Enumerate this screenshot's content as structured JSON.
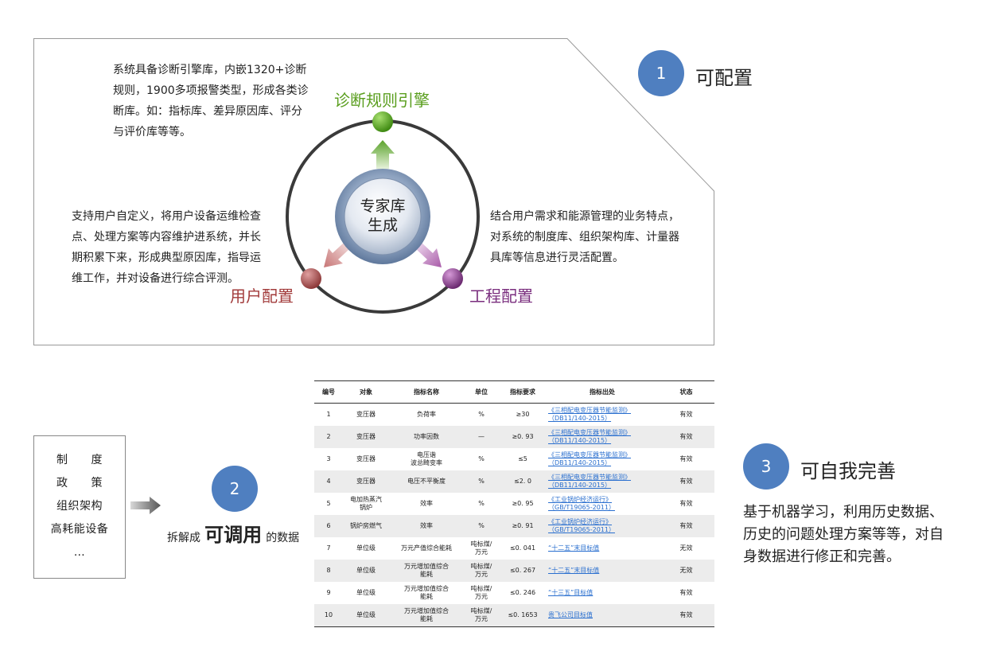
{
  "features": {
    "configurable": {
      "num": "1",
      "title": "可配置"
    },
    "callable": {
      "num": "2",
      "prefix": "拆解成",
      "emph": "可调用",
      "suffix": "的数据"
    },
    "self_improve": {
      "num": "3",
      "title": "可自我完善",
      "desc": "基于机器学习，利用历史数据、\n历史的问题处理方案等等，对自\n身数据进行修正和完善。"
    }
  },
  "diagram": {
    "center_line1": "专家库",
    "center_line2": "生成",
    "nodes": {
      "engine": {
        "label": "诊断规则引擎",
        "color": "#5a9e1e"
      },
      "user": {
        "label": "用户配置",
        "color": "#a23b3b"
      },
      "engineering": {
        "label": "工程配置",
        "color": "#7a2e7e"
      }
    },
    "desc_engine": "系统具备诊断引擎库，内嵌1320+诊断\n规则，1900多项报警类型，形成各类诊\n断库。如：指标库、差异原因库、评分\n与评价库等等。",
    "desc_user": "支持用户自定义，将用户设备运维检查\n点、处理方案等内容维护进系统，并长\n期积累下来，形成典型原因库，指导运\n维工作，并对设备进行综合评测。",
    "desc_engineering": "结合用户需求和能源管理的业务特点，\n对系统的制度库、组织架构库、计量器\n具库等信息进行灵活配置。"
  },
  "categories": [
    "制　　度",
    "政　　策",
    "组织架构",
    "高耗能设备",
    "…"
  ],
  "table": {
    "headers": [
      "编号",
      "对象",
      "指标名称",
      "单位",
      "指标要求",
      "指标出处",
      "状态"
    ],
    "rows": [
      {
        "no": "1",
        "obj": "变压器",
        "name": "负荷率",
        "unit": "%",
        "req": "≥30",
        "src1": "《三相配电变压器节能监测》",
        "src2": "（DB11/140-2015）",
        "status": "有效"
      },
      {
        "no": "2",
        "obj": "变压器",
        "name": "功率因数",
        "unit": "—",
        "req": "≥0. 93",
        "src1": "《三相配电变压器节能监测》",
        "src2": "（DB11/140-2015）",
        "status": "有效"
      },
      {
        "no": "3",
        "obj": "变压器",
        "name": "电压谐\n波总畸变率",
        "unit": "%",
        "req": "≤5",
        "src1": "《三相配电变压器节能监测》",
        "src2": "（DB11/140-2015）",
        "status": "有效"
      },
      {
        "no": "4",
        "obj": "变压器",
        "name": "电压不平衡度",
        "unit": "%",
        "req": "≤2. 0",
        "src1": "《三相配电变压器节能监测》",
        "src2": "（DB11/140-2015）",
        "status": "有效"
      },
      {
        "no": "5",
        "obj": "电加热蒸汽\n锅炉",
        "name": "效率",
        "unit": "%",
        "req": "≥0. 95",
        "src1": "《工业锅炉经济运行》",
        "src2": "（GB/T19065-2011）",
        "status": "有效"
      },
      {
        "no": "6",
        "obj": "锅炉房燃气",
        "name": "效率",
        "unit": "%",
        "req": "≥0. 91",
        "src1": "《工业锅炉经济运行》",
        "src2": "（GB/T19065-2011）",
        "status": "有效"
      },
      {
        "no": "7",
        "obj": "单位级",
        "name": "万元产值综合能耗",
        "unit": "吨标煤/\n万元",
        "req": "≤0. 041",
        "src1": "“十二五”末目标值",
        "src2": "",
        "status": "无效"
      },
      {
        "no": "8",
        "obj": "单位级",
        "name": "万元增加值综合\n能耗",
        "unit": "吨标煤/\n万元",
        "req": "≤0. 267",
        "src1": "“十二五”末目标值",
        "src2": "",
        "status": "无效"
      },
      {
        "no": "9",
        "obj": "单位级",
        "name": "万元增加值综合\n能耗",
        "unit": "吨标煤/\n万元",
        "req": "≤0. 246",
        "src1": "“十三五”目标值",
        "src2": "",
        "status": "有效"
      },
      {
        "no": "10",
        "obj": "单位级",
        "name": "万元增加值综合\n能耗",
        "unit": "吨标煤/\n万元",
        "req": "≤0. 1653",
        "src1": "贵飞公司目标值",
        "src2": "",
        "status": "有效"
      }
    ]
  }
}
